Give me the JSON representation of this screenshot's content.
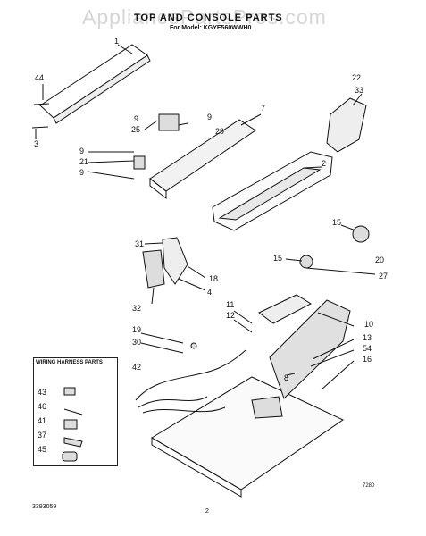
{
  "watermark": "AppliancePartsPros.com",
  "header": {
    "title": "TOP AND CONSOLE PARTS",
    "subtitle": "For Model: KGYE560WWH0"
  },
  "callouts": [
    "44",
    "1",
    "9",
    "25",
    "9",
    "29",
    "7",
    "22",
    "33",
    "2",
    "9",
    "21",
    "9",
    "3",
    "15",
    "20",
    "31",
    "15",
    "27",
    "18",
    "4",
    "32",
    "11",
    "12",
    "10",
    "19",
    "30",
    "42",
    "13",
    "54",
    "8",
    "16"
  ],
  "legend": {
    "title": "WIRING HARNESS PARTS",
    "items": [
      "43",
      "46",
      "41",
      "37",
      "45"
    ]
  },
  "footer": {
    "left": "3393059",
    "center": "2",
    "right": "7280"
  }
}
